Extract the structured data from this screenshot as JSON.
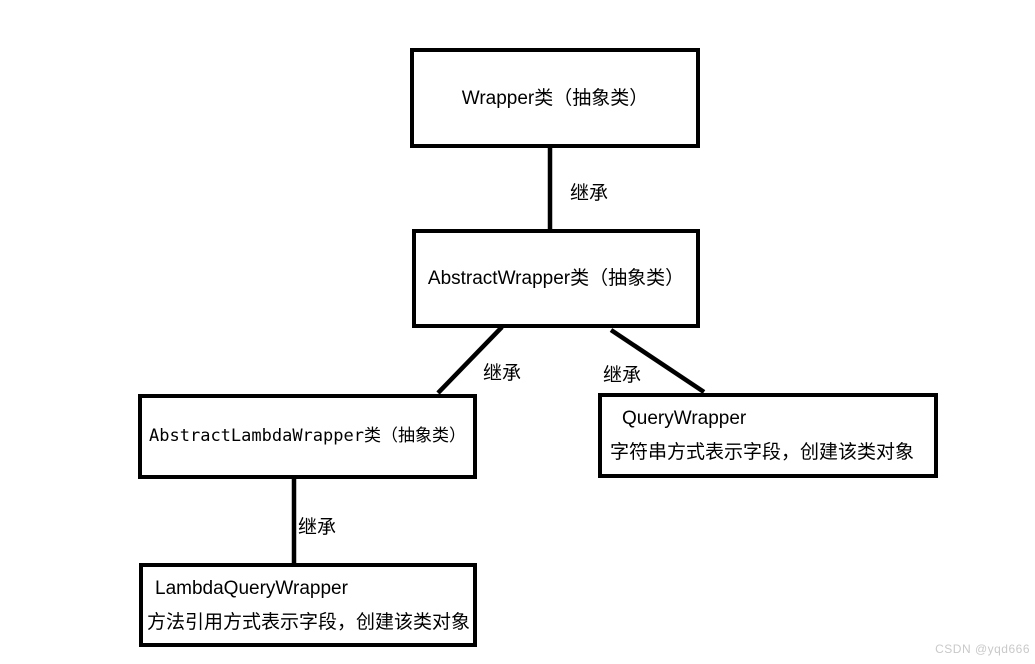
{
  "diagram": {
    "nodes": [
      {
        "id": "wrapper",
        "title": "Wrapper类（抽象类）"
      },
      {
        "id": "abstract-wrapper",
        "title": "AbstractWrapper类（抽象类）"
      },
      {
        "id": "abstract-lambda-wrapper",
        "title": "AbstractLambdaWrapper类（抽象类）"
      },
      {
        "id": "query-wrapper",
        "title": "QueryWrapper",
        "subtitle": "字符串方式表示字段，创建该类对象"
      },
      {
        "id": "lambda-query-wrapper",
        "title": "LambdaQueryWrapper",
        "subtitle": "方法引用方式表示字段，创建该类对象"
      }
    ],
    "edges": [
      {
        "label": "继承"
      },
      {
        "label": "继承"
      },
      {
        "label": "继承"
      },
      {
        "label": "继承"
      }
    ],
    "watermark": "CSDN @yqd666",
    "colors": {
      "line": "#000000",
      "node_border": "#000000",
      "background": "#ffffff",
      "watermark": "#c9c9c9"
    }
  }
}
